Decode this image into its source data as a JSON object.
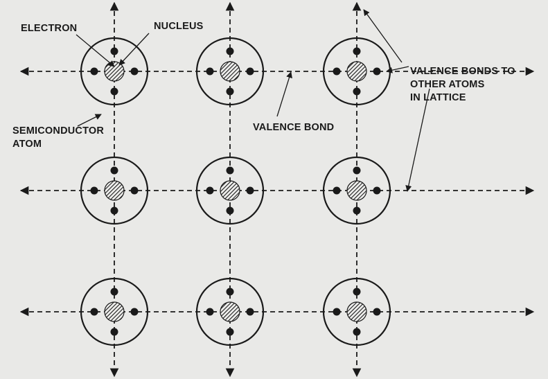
{
  "diagram": {
    "title": "",
    "labels": {
      "electron": "ELECTRON",
      "nucleus": "NUCLEUS",
      "valence_bonds_1": "VALENCE BONDS TO",
      "valence_bonds_2": "OTHER ATOMS",
      "valence_bonds_3": "IN LATTICE",
      "semiconductor_1": "SEMICONDUCTOR",
      "semiconductor_2": "ATOM",
      "valence_bond": "VALENCE BOND"
    },
    "lattice": {
      "rows": 3,
      "cols": 3,
      "electrons_per_atom": 4
    },
    "colors": {
      "ink": "#1a1a1a",
      "paper": "#e9e9e7"
    }
  }
}
